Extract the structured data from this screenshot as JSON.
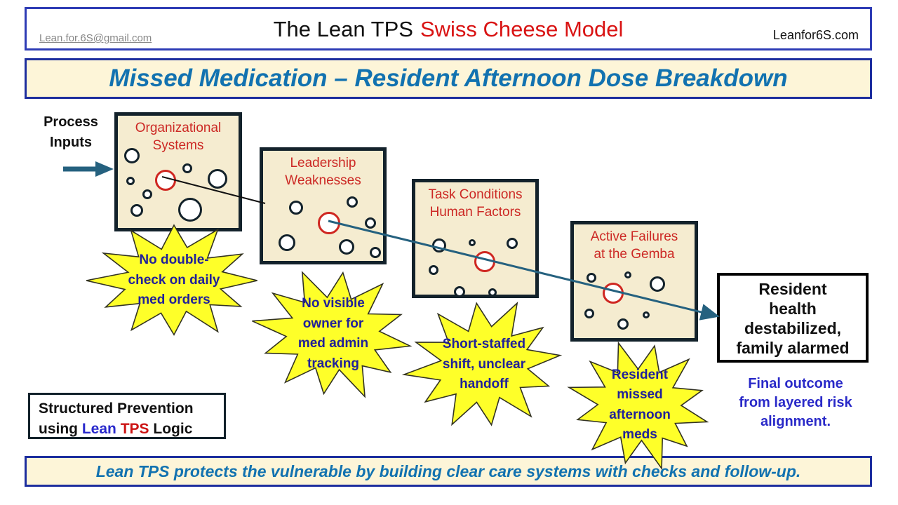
{
  "header": {
    "email": "Lean.for.6S@gmail.com",
    "title_black": "The Lean TPS",
    "title_red": "Swiss Cheese Model",
    "site": "Leanfor6S.com"
  },
  "title_bar": {
    "text": "Missed Medication – Resident Afternoon Dose Breakdown"
  },
  "process_inputs": [
    "Process",
    "Inputs"
  ],
  "slices": [
    {
      "label": [
        "Organizational",
        "Systems"
      ],
      "burst": [
        "No double-",
        "check on daily",
        "med orders"
      ]
    },
    {
      "label": [
        "Leadership",
        "Weaknesses"
      ],
      "burst": [
        "No visible",
        "owner for",
        "med admin",
        "tracking"
      ]
    },
    {
      "label": [
        "Task Conditions",
        "Human Factors"
      ],
      "burst": [
        "Short-staffed",
        "shift, unclear",
        "handoff"
      ]
    },
    {
      "label": [
        "Active Failures",
        "at the Gemba"
      ],
      "burst": [
        "Resident",
        "missed",
        "afternoon",
        "meds"
      ]
    }
  ],
  "outcome": {
    "box": [
      "Resident",
      "health",
      "destabilized,",
      "family alarmed"
    ],
    "caption": [
      "Final outcome",
      "from layered risk",
      "alignment."
    ]
  },
  "prevention": {
    "line1": "Structured Prevention",
    "l2_pre": "using ",
    "l2_lean": "Lean ",
    "l2_tps": "TPS ",
    "l2_post": "Logic"
  },
  "footer": {
    "text": "Lean TPS protects the vulnerable by building clear care systems with checks and follow-up."
  },
  "colors": {
    "accent_blue": "#1272b0",
    "label_red": "#cc2824",
    "burst_yellow": "#feff29",
    "burst_text_blue": "#20209a",
    "teal_line": "#25617f",
    "navy_border": "#1d2e9e",
    "caption_blue": "#2929c8",
    "slice_cream": "#f5ecd0"
  }
}
